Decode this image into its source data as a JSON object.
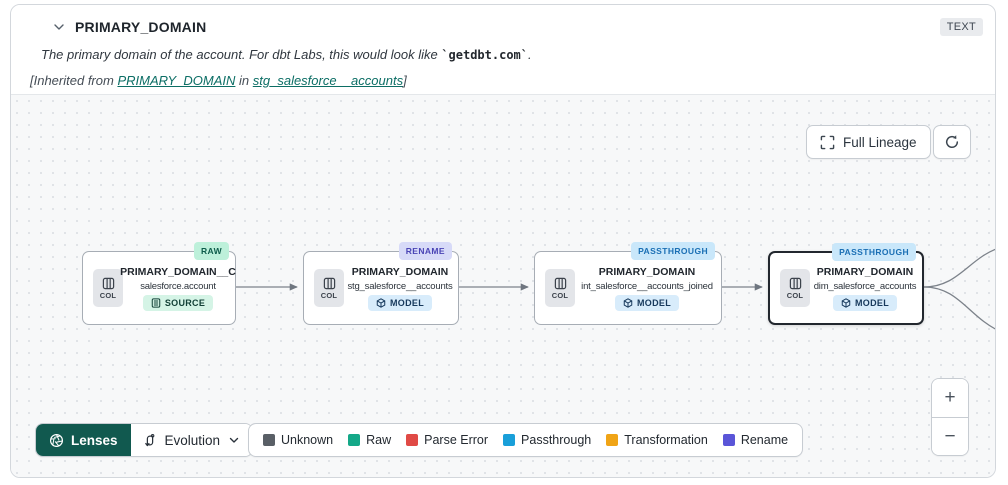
{
  "header": {
    "title": "PRIMARY_DOMAIN",
    "type_badge": "TEXT",
    "description_prefix": "The primary domain of the account. For dbt Labs, this would look like ",
    "description_code": "`getdbt.com`",
    "description_suffix": ".",
    "inherited": {
      "prefix": "[Inherited from ",
      "column_link": "PRIMARY_DOMAIN",
      "middle": " in ",
      "model_link": "stg_salesforce__accounts",
      "suffix": "]"
    }
  },
  "toolbar": {
    "full_lineage_label": "Full Lineage"
  },
  "col_chip_label": "COL",
  "nodes": [
    {
      "title": "PRIMARY_DOMAIN__C",
      "subtitle": "salesforce.account",
      "badge": "RAW",
      "type": "SOURCE",
      "selected": false
    },
    {
      "title": "PRIMARY_DOMAIN",
      "subtitle": "stg_salesforce__accounts",
      "badge": "RENAME",
      "type": "MODEL",
      "selected": false
    },
    {
      "title": "PRIMARY_DOMAIN",
      "subtitle": "int_salesforce__accounts_joined",
      "badge": "PASSTHROUGH",
      "type": "MODEL",
      "selected": false
    },
    {
      "title": "PRIMARY_DOMAIN",
      "subtitle": "dim_salesforce_accounts",
      "badge": "PASSTHROUGH",
      "type": "MODEL",
      "selected": true
    }
  ],
  "lenses": {
    "button_label": "Lenses",
    "selected_lens": "Evolution"
  },
  "legend": [
    {
      "label": "Unknown",
      "color": "#595f66"
    },
    {
      "label": "Raw",
      "color": "#14a888"
    },
    {
      "label": "Parse Error",
      "color": "#e04a45"
    },
    {
      "label": "Passthrough",
      "color": "#199fd9"
    },
    {
      "label": "Transformation",
      "color": "#f0a416"
    },
    {
      "label": "Rename",
      "color": "#5a55d8"
    }
  ],
  "zoom_controls": {
    "zoom_in": "+",
    "zoom_out": "−"
  },
  "colors": {
    "accent_teal": "#11594f",
    "link_teal": "#0c6e65",
    "badge_raw_bg": "#bdf0da",
    "badge_rename_bg": "#d7daf8",
    "badge_passthrough_bg": "#c9e7fa",
    "type_source_bg": "#d5f4e6",
    "type_model_bg": "#d8ecfb"
  }
}
